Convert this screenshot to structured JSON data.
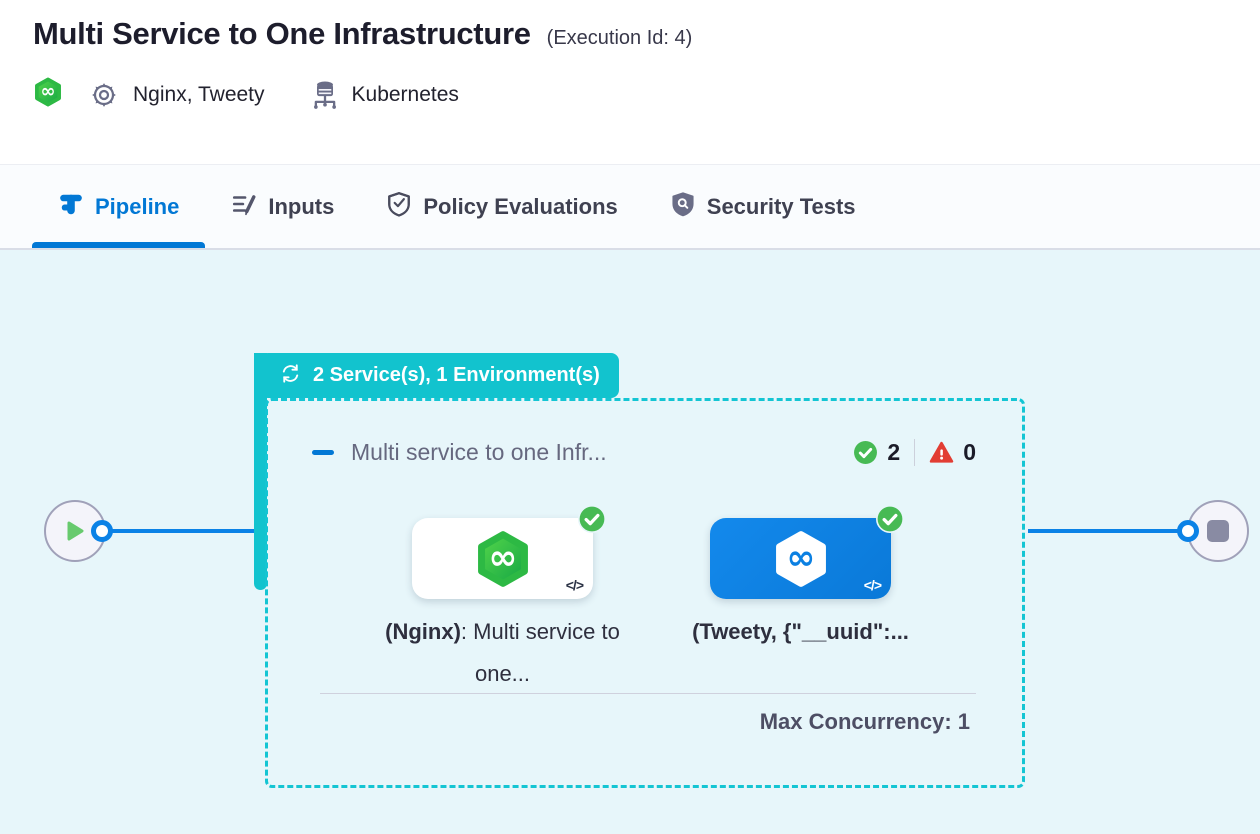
{
  "header": {
    "title": "Multi Service to One Infrastructure",
    "execution_id": "(Execution Id: 4)",
    "services": "Nginx, Tweety",
    "infrastructure": "Kubernetes"
  },
  "tabs": {
    "pipeline": "Pipeline",
    "inputs": "Inputs",
    "policy": "Policy Evaluations",
    "security": "Security Tests"
  },
  "stage": {
    "badge": "2 Service(s), 1 Environment(s)",
    "title": "Multi service to one Infr...",
    "success_count": "2",
    "error_count": "0",
    "max_concurrency": "Max Concurrency: 1",
    "service1": {
      "bold": "(Nginx)",
      "rest": ": Multi service to one...",
      "code": "</>"
    },
    "service2": {
      "bold": "(Tweety, {\"__uuid\":...",
      "code": "</>"
    }
  },
  "colors": {
    "teal": "#12c3ce",
    "primary_blue": "#0278d5",
    "edge_blue": "#0b82e6",
    "success_green": "#47ba54",
    "error_red": "#e23d33",
    "card_blue": "#0b80e2",
    "logo_green": "#3fcb3e",
    "canvas_bg": "#e7f6fa"
  }
}
